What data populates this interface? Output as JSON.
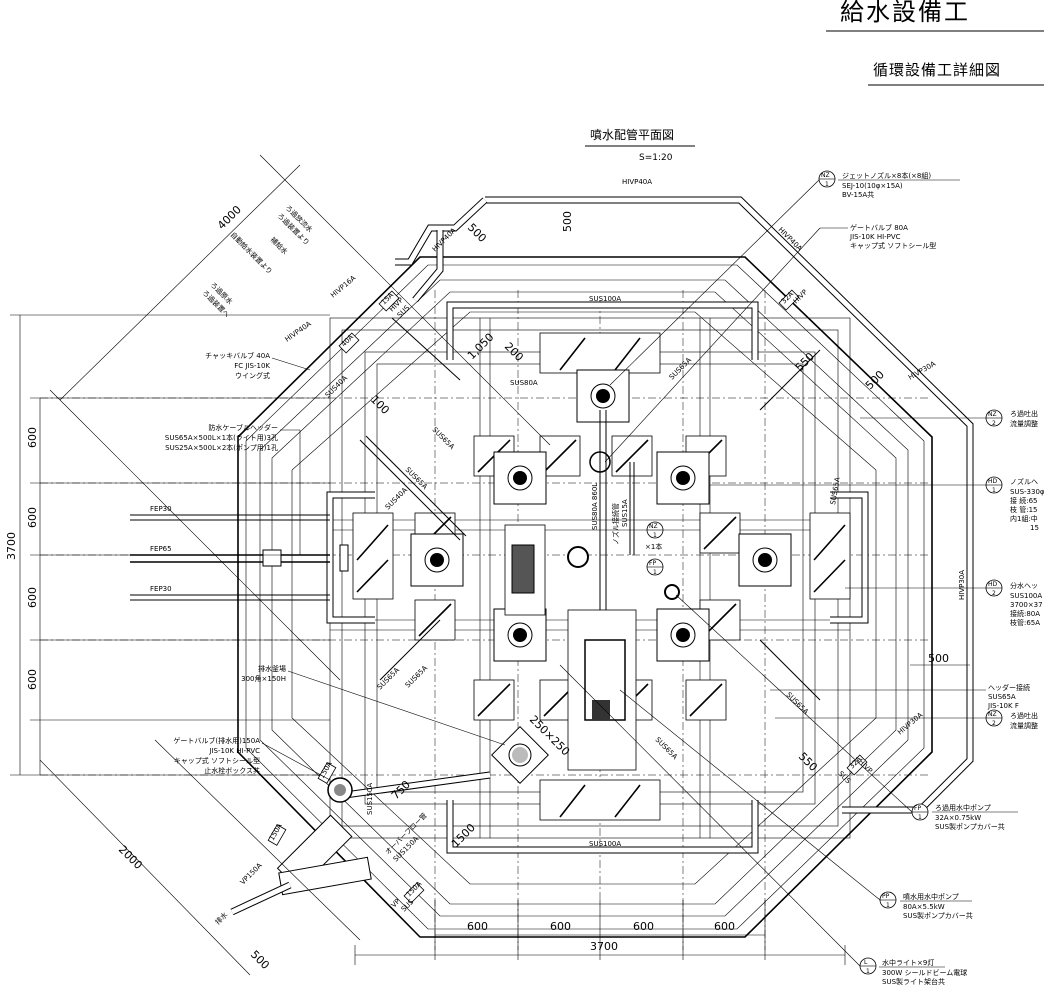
{
  "title": "給水設備工",
  "subtitle": "循環設備工詳細図",
  "plan": {
    "name": "噴水配管平面図",
    "scale": "S=1:20"
  },
  "callouts": [
    {
      "tag": "NZ",
      "num": "1",
      "lines": [
        "ジェットノズル×8本(×8組)",
        "SEJ-10(10φ×15A)",
        "BV-15A共"
      ]
    },
    {
      "tag": "",
      "num": "",
      "lines": [
        "ゲートバルブ 80A",
        "JIS-10K HI-PVC",
        "キャップ式 ソフトシール型"
      ]
    },
    {
      "tag": "NZ",
      "num": "2",
      "lines": [
        "ろ過吐出",
        "流量調整"
      ]
    },
    {
      "tag": "HD",
      "num": "1",
      "lines": [
        "ノズルヘ",
        "SUS-330φ",
        "接 続:65",
        "枝 管:15",
        "内1組:中",
        "15"
      ]
    },
    {
      "tag": "HD",
      "num": "2",
      "lines": [
        "分水ヘッ",
        "SUS100A",
        "3700×37",
        "接続:80A",
        "枝管:65A"
      ]
    },
    {
      "tag": "",
      "num": "",
      "lines": [
        "ヘッダー接続",
        "SUS65A",
        "JIS-10K F"
      ]
    },
    {
      "tag": "NZ",
      "num": "2",
      "lines": [
        "ろ過吐出",
        "流量調整"
      ]
    },
    {
      "tag": "FP",
      "num": "1",
      "lines": [
        "ろ過用水中ポンプ",
        "32A×0.75kW",
        "SUS製ポンプカバー共"
      ]
    },
    {
      "tag": "PP",
      "num": "1",
      "lines": [
        "噴水用水中ポンプ",
        "80A×5.5kW",
        "SUS製ポンプカバー共"
      ]
    },
    {
      "tag": "L",
      "num": "1",
      "lines": [
        "水中ライト×9灯",
        "300W シールドビーム電球",
        "SUS製ライト架台共"
      ]
    }
  ],
  "left_notes": [
    {
      "lines": [
        "チャッキバルブ 40A",
        "FC JIS-10K",
        "ウイング式"
      ]
    },
    {
      "lines": [
        "防水ケーブルヘッダー",
        "SUS65A×500L×1本(ライト用)3孔",
        "SUS25A×500L×2本(ポンプ用)1孔"
      ]
    },
    {
      "lines": [
        "排水釜場",
        "300角×150H"
      ]
    },
    {
      "lines": [
        "ゲートバルブ(排水用)150A",
        "JIS-10K HI-PVC",
        "キャップ式 ソフトシール型",
        "止水栓ボックス共"
      ]
    }
  ],
  "inlets": [
    "ろ過放流水",
    "ろ過装置より",
    "自動給水装置より",
    "補給水",
    "ろ過原水",
    "ろ過装置へ"
  ],
  "dims": {
    "diag_top": "4000",
    "diag_bottom": "2000",
    "d500": "500",
    "d500b": "500",
    "d500c": "500",
    "d500d": "500",
    "d550": "550",
    "d550b": "550",
    "d750": "750",
    "d1500": "1500",
    "d100": "100",
    "d1050": "1,050",
    "d200": "200",
    "left_total": "3700",
    "left_segs": [
      "600",
      "600",
      "600",
      "600"
    ],
    "bottom_total": "3700",
    "bottom_segs": [
      "600",
      "600",
      "600",
      "600"
    ],
    "sump": "250×250"
  },
  "pipe_labels": {
    "sus100_top": "SUS100A",
    "sus100_bottom": "SUS100A",
    "sus80": "SUS80A",
    "sus80_vert": "SUS80A 860L",
    "sus15": "SUS15A",
    "nozzle": "ノズル接続管",
    "hivp40_top": "HIVP40A",
    "hivp40_right": "HIVP40A",
    "hivp40_inlet": "HIVP40A",
    "hivp40_left": "HIVP40A",
    "hivp30_a": "HIVP30A",
    "hivp30_b": "HIVP30A",
    "hivp30_c": "HIVP30A",
    "hivp16": "HIVP16A",
    "sus65_a": "SUS65A",
    "sus65_b": "SUS65A",
    "sus65_c": "SUS65A",
    "sus65_d": "SUS65A",
    "sus65_e": "SUS65A",
    "sus65_f": "SUS65A",
    "sus65_g": "SUS65A",
    "sus65_h": "SUS65A",
    "sus40_a": "SUS40A",
    "sus40_b": "SUS40A",
    "sus150": "SUS150A",
    "overflow": "オーバーフロー管",
    "overflow2": "SUS150A",
    "vp150": "VP150A",
    "drain": "排水",
    "fep30a": "FEP30",
    "fep65": "FEP65",
    "fep30b": "FEP30",
    "tag15a": "15A",
    "tag40a": "40A",
    "tag32a": "32A",
    "tag32b": "32A",
    "tag150a": "150A",
    "tag150b": "150A",
    "tag150c": "150A",
    "hivp_small": "HIVP",
    "sus_small": "SUS",
    "vp_small": "VP",
    "sus_small2": "SUS",
    "hivp_small2": "HIVP",
    "sus_small3": "SUS",
    "hivp_small3": "HIVP"
  },
  "center_tags": [
    {
      "tag": "NZ",
      "num": "1",
      "extra": "×1本"
    },
    {
      "tag": "FP",
      "num": "1",
      "extra": ""
    }
  ]
}
